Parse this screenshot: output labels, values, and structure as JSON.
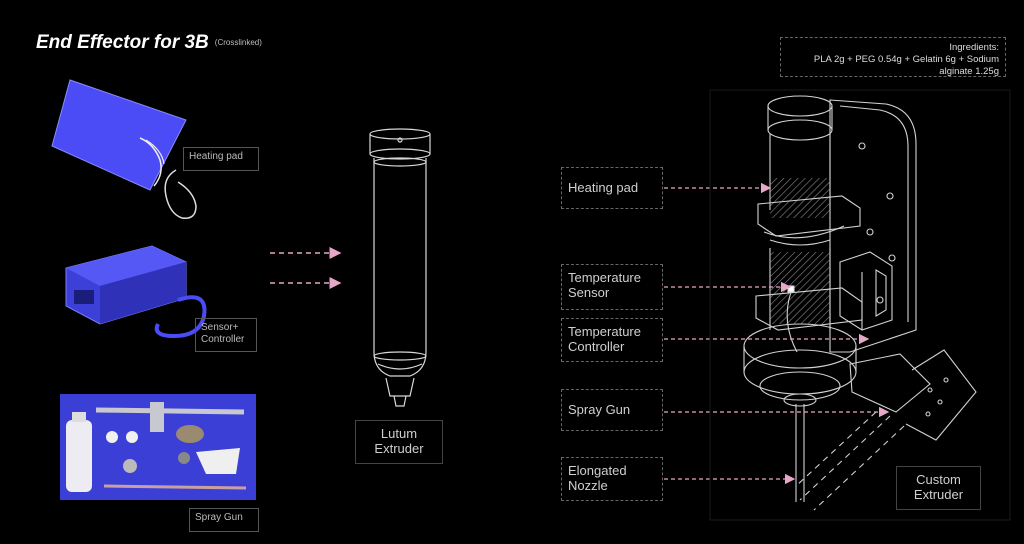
{
  "header": {
    "title": "End Effector for 3B",
    "subtitle": "(Crosslinked)"
  },
  "ingredients": {
    "line1": "Ingredients:",
    "line2": "PLA 2g + PEG 0.54g + Gelatin 6g + Sodium",
    "line3": "alginate 1.25g"
  },
  "left_labels": {
    "heating_pad": "Heating pad",
    "sensor_line1": "Sensor+",
    "sensor_line2": "Controller",
    "spray_gun": "Spray Gun"
  },
  "middle": {
    "line1": "Lutum",
    "line2": "Extruder"
  },
  "right_labels": {
    "heating_pad": "Heating pad",
    "temp_sensor_1": "Temperature",
    "temp_sensor_2": "Sensor",
    "temp_ctrl_1": "Temperature",
    "temp_ctrl_2": "Controller",
    "spray_gun": "Spray Gun",
    "nozzle_1": "Elongated",
    "nozzle_2": "Nozzle"
  },
  "custom": {
    "line1": "Custom",
    "line2": "Extruder"
  },
  "colors": {
    "accent_pink": "#e8a6c8",
    "blue_device": "#4a4cf0",
    "line": "#cfcfcf"
  }
}
